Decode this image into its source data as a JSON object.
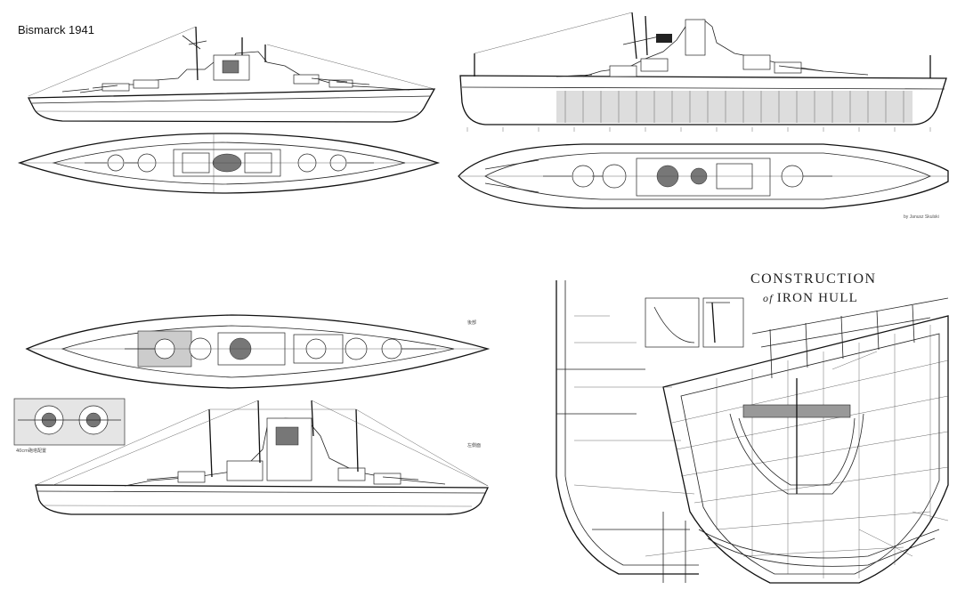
{
  "panels": {
    "bismarck": {
      "title": "Bismarck 1941"
    },
    "yamato": {
      "credit": "by Janusz Skulski"
    },
    "nagato": {
      "top_label": "後部",
      "side_label": "左側面",
      "inset_caption": "40cm砲塔配置"
    },
    "hull": {
      "title_line1": "CONSTRUCTION",
      "title_of": "of",
      "title_line2": "IRON HULL"
    }
  }
}
